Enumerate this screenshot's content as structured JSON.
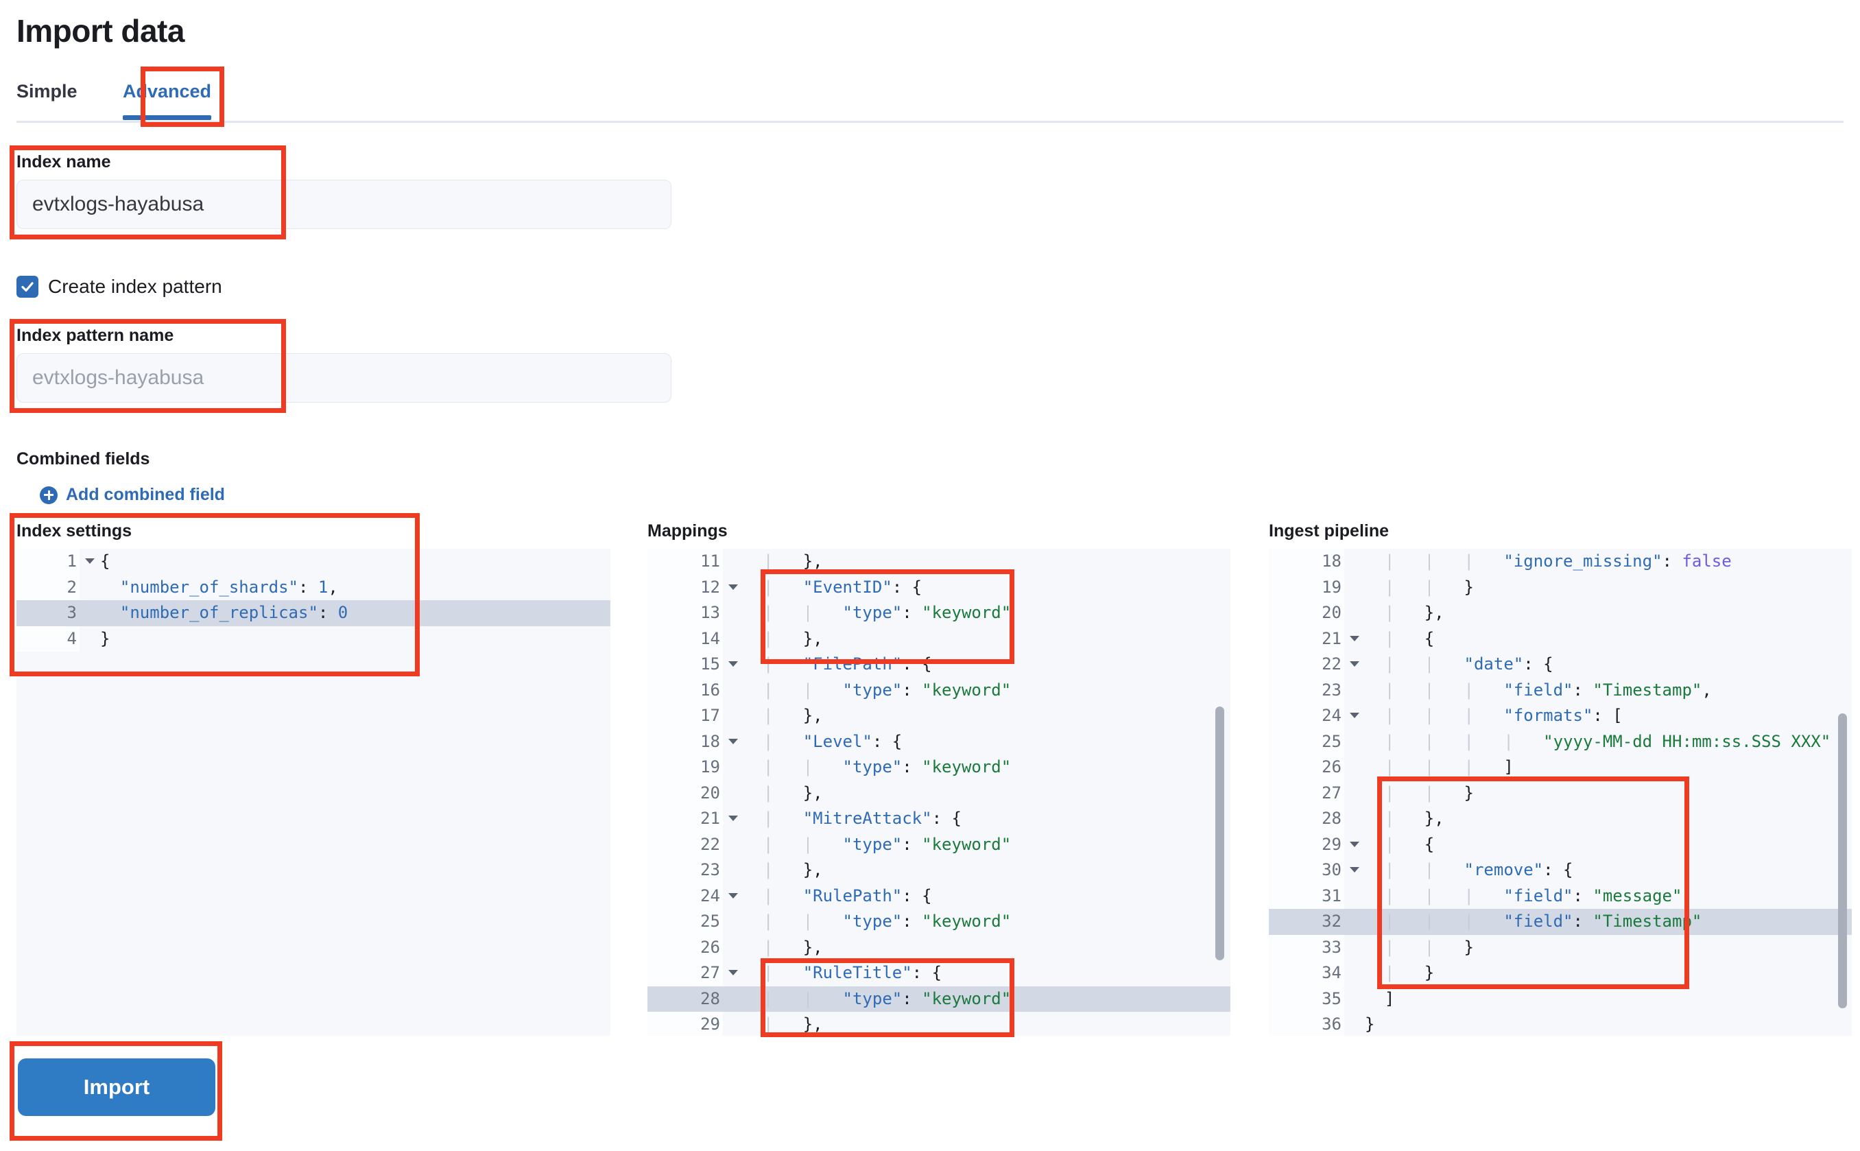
{
  "header": {
    "title": "Import data"
  },
  "tabs": [
    {
      "label": "Simple",
      "active": false
    },
    {
      "label": "Advanced",
      "active": true
    }
  ],
  "form": {
    "index_name_label": "Index name",
    "index_name_value": "evtxlogs-hayabusa",
    "create_index_pattern_label": "Create index pattern",
    "create_index_pattern_checked": true,
    "index_pattern_name_label": "Index pattern name",
    "index_pattern_name_placeholder": "evtxlogs-hayabusa",
    "combined_fields_label": "Combined fields",
    "add_combined_field_label": "Add combined field"
  },
  "actions": {
    "import_label": "Import"
  },
  "editors": {
    "index_settings": {
      "title": "Index settings",
      "lines": [
        {
          "num": "1",
          "fold": true,
          "hl": false,
          "text": "{"
        },
        {
          "num": "2",
          "fold": false,
          "hl": false,
          "text": "  \"number_of_shards\": 1,"
        },
        {
          "num": "3",
          "fold": false,
          "hl": true,
          "text": "  \"number_of_replicas\": 0"
        },
        {
          "num": "4",
          "fold": false,
          "hl": false,
          "text": "}"
        }
      ]
    },
    "mappings": {
      "title": "Mappings",
      "lines": [
        {
          "num": "11",
          "fold": false,
          "hl": false,
          "text": "  |   },"
        },
        {
          "num": "12",
          "fold": true,
          "hl": false,
          "text": "  |   \"EventID\": {"
        },
        {
          "num": "13",
          "fold": false,
          "hl": false,
          "text": "  |   |   \"type\": \"keyword\""
        },
        {
          "num": "14",
          "fold": false,
          "hl": false,
          "text": "  |   },"
        },
        {
          "num": "15",
          "fold": true,
          "hl": false,
          "text": "  |   \"FilePath\": {"
        },
        {
          "num": "16",
          "fold": false,
          "hl": false,
          "text": "  |   |   \"type\": \"keyword\""
        },
        {
          "num": "17",
          "fold": false,
          "hl": false,
          "text": "  |   },"
        },
        {
          "num": "18",
          "fold": true,
          "hl": false,
          "text": "  |   \"Level\": {"
        },
        {
          "num": "19",
          "fold": false,
          "hl": false,
          "text": "  |   |   \"type\": \"keyword\""
        },
        {
          "num": "20",
          "fold": false,
          "hl": false,
          "text": "  |   },"
        },
        {
          "num": "21",
          "fold": true,
          "hl": false,
          "text": "  |   \"MitreAttack\": {"
        },
        {
          "num": "22",
          "fold": false,
          "hl": false,
          "text": "  |   |   \"type\": \"keyword\""
        },
        {
          "num": "23",
          "fold": false,
          "hl": false,
          "text": "  |   },"
        },
        {
          "num": "24",
          "fold": true,
          "hl": false,
          "text": "  |   \"RulePath\": {"
        },
        {
          "num": "25",
          "fold": false,
          "hl": false,
          "text": "  |   |   \"type\": \"keyword\""
        },
        {
          "num": "26",
          "fold": false,
          "hl": false,
          "text": "  |   },"
        },
        {
          "num": "27",
          "fold": true,
          "hl": false,
          "text": "  |   \"RuleTitle\": {"
        },
        {
          "num": "28",
          "fold": false,
          "hl": true,
          "text": "  |   |   \"type\": \"keyword\""
        },
        {
          "num": "29",
          "fold": false,
          "hl": false,
          "text": "  |   },"
        }
      ]
    },
    "ingest_pipeline": {
      "title": "Ingest pipeline",
      "lines": [
        {
          "num": "18",
          "fold": false,
          "hl": false,
          "text": "  |   |   |   \"ignore_missing\": false"
        },
        {
          "num": "19",
          "fold": false,
          "hl": false,
          "text": "  |   |   }"
        },
        {
          "num": "20",
          "fold": false,
          "hl": false,
          "text": "  |   },"
        },
        {
          "num": "21",
          "fold": true,
          "hl": false,
          "text": "  |   {"
        },
        {
          "num": "22",
          "fold": true,
          "hl": false,
          "text": "  |   |   \"date\": {"
        },
        {
          "num": "23",
          "fold": false,
          "hl": false,
          "text": "  |   |   |   \"field\": \"Timestamp\","
        },
        {
          "num": "24",
          "fold": true,
          "hl": false,
          "text": "  |   |   |   \"formats\": ["
        },
        {
          "num": "25",
          "fold": false,
          "hl": false,
          "text": "  |   |   |   |   \"yyyy-MM-dd HH:mm:ss.SSS XXX\""
        },
        {
          "num": "26",
          "fold": false,
          "hl": false,
          "text": "  |   |   |   ]"
        },
        {
          "num": "27",
          "fold": false,
          "hl": false,
          "text": "  |   |   }"
        },
        {
          "num": "28",
          "fold": false,
          "hl": false,
          "text": "  |   },"
        },
        {
          "num": "29",
          "fold": true,
          "hl": false,
          "text": "  |   {"
        },
        {
          "num": "30",
          "fold": true,
          "hl": false,
          "text": "  |   |   \"remove\": {"
        },
        {
          "num": "31",
          "fold": false,
          "hl": false,
          "text": "  |   |   |   \"field\": \"message\","
        },
        {
          "num": "32",
          "fold": false,
          "hl": true,
          "text": "  |   |   |   \"field\": \"Timestamp\""
        },
        {
          "num": "33",
          "fold": false,
          "hl": false,
          "text": "  |   |   }"
        },
        {
          "num": "34",
          "fold": false,
          "hl": false,
          "text": "  |   }"
        },
        {
          "num": "35",
          "fold": false,
          "hl": false,
          "text": "  ]"
        },
        {
          "num": "36",
          "fold": false,
          "hl": false,
          "text": "}"
        }
      ]
    }
  },
  "annotation_color": "#ef3b21"
}
